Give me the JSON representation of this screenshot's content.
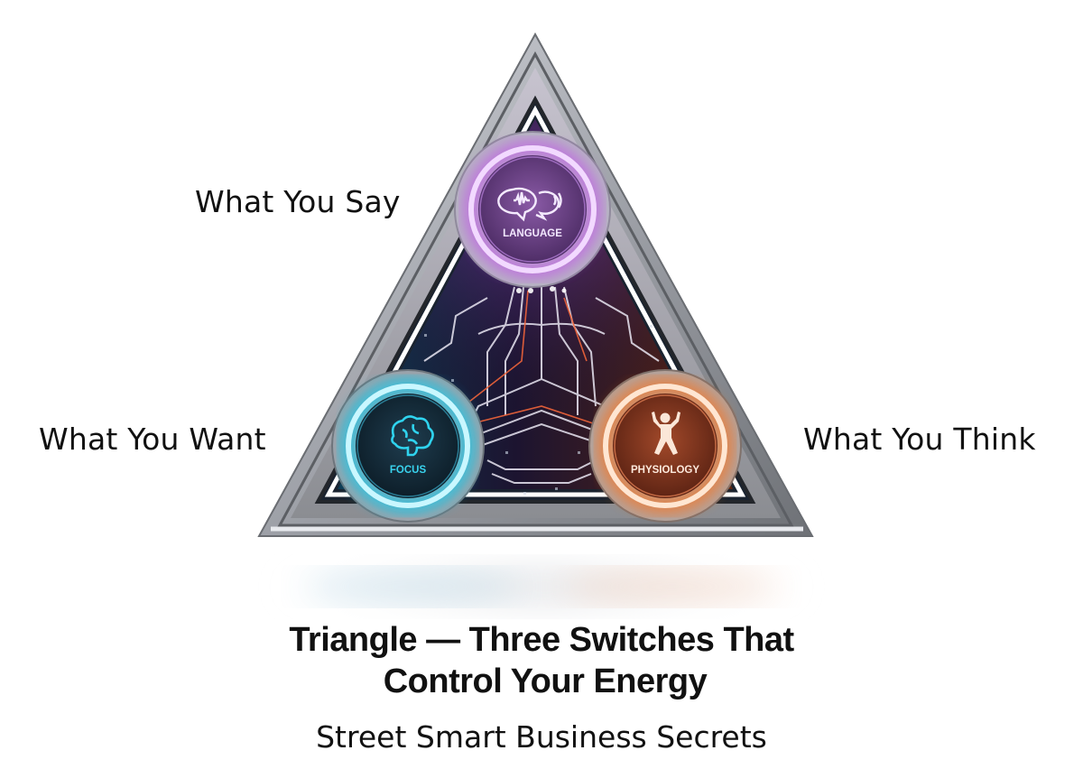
{
  "labels": {
    "top": "What You Say",
    "left": "What You Want",
    "right": "What You Think"
  },
  "nodes": [
    {
      "id": "language",
      "label": "LANGUAGE",
      "icon": "speech-bubbles-sound-icon",
      "color": "#c25be8",
      "position": "top"
    },
    {
      "id": "focus",
      "label": "FOCUS",
      "icon": "brain-icon",
      "color": "#1fc6e6",
      "position": "bottom-left"
    },
    {
      "id": "physiology",
      "label": "PHYSIOLOGY",
      "icon": "person-flexing-icon",
      "color": "#f07a32",
      "position": "bottom-right"
    }
  ],
  "title": {
    "line1": "Triangle — Three Switches That",
    "line2": "Control Your Energy"
  },
  "subtitle": "Street Smart Business Secrets",
  "colors": {
    "frame": "#8f9297",
    "language": "#c25be8",
    "focus": "#1fc6e6",
    "physiology": "#f07a32",
    "circuit_bg": "#1b1626"
  }
}
